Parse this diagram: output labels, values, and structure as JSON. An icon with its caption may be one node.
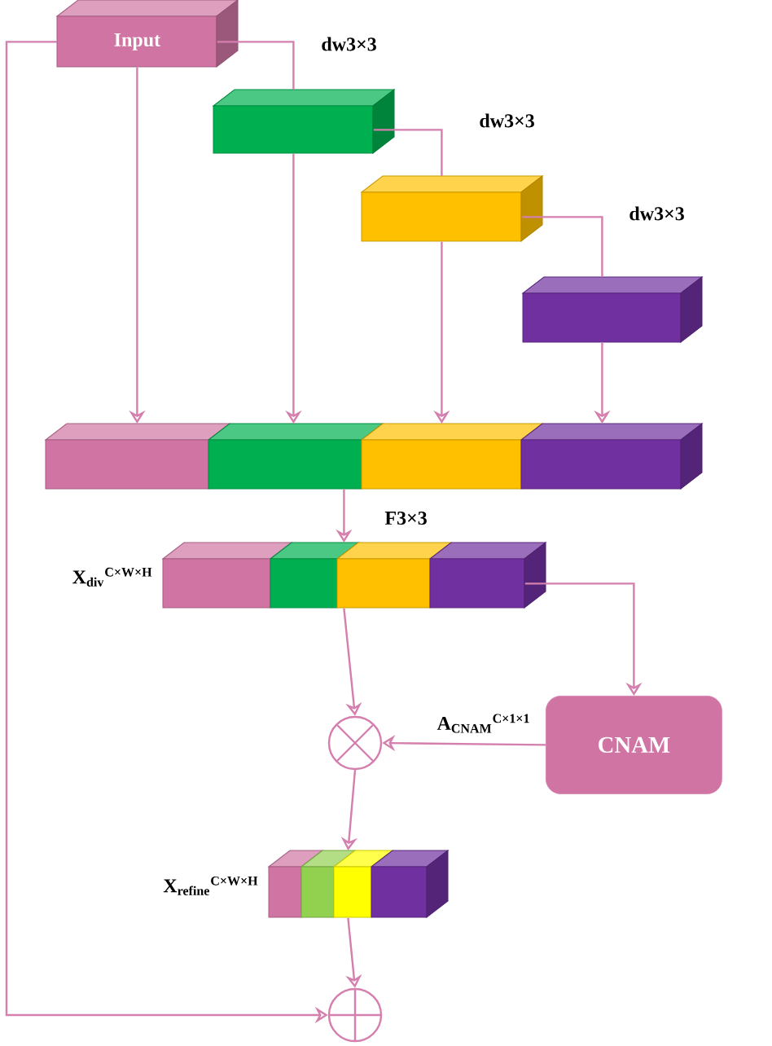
{
  "diagram": {
    "nodes": [
      {
        "text": [
          "Input"
        ]
      },
      {
        "text": [],
        "shape": "box"
      },
      {
        "text": [],
        "shape": "box"
      },
      {
        "text": [],
        "shape": "box"
      },
      {
        "text": [],
        "shape": "box"
      },
      {
        "text": [],
        "shape": "box",
        "beside": [
          "X$_{div}$$^{C×W×H}$"
        ]
      },
      {
        "text": [],
        "shape": "circle"
      },
      {
        "text": [
          "CNAM"
        ]
      },
      {
        "text": [],
        "shape": "box",
        "beside": [
          "X$_{refine}$$^{C×W×H}$"
        ]
      },
      {
        "text": [],
        "shape": "circle"
      }
    ],
    "edges": [
      {
        "from": 0,
        "to": 1,
        "arrow": "none",
        "label": "dw3×3"
      },
      {
        "from": 1,
        "to": 2,
        "arrow": "none",
        "label": "dw3×3"
      },
      {
        "from": 2,
        "to": 3,
        "arrow": "none",
        "label": "dw3×3"
      },
      {
        "from": 0,
        "to": 4,
        "arrow": "to"
      },
      {
        "from": 1,
        "to": 4,
        "arrow": "to"
      },
      {
        "from": 2,
        "to": 4,
        "arrow": "to"
      },
      {
        "from": 3,
        "to": 4,
        "arrow": "to"
      },
      {
        "from": 4,
        "to": 5,
        "arrow": "to",
        "label": "F3×3"
      },
      {
        "from": 5,
        "to": 7,
        "arrow": "to"
      },
      {
        "from": 7,
        "to": 6,
        "arrow": "to",
        "label": "A$_{CNAM}$$^{C×1×1}$"
      },
      {
        "from": 5,
        "to": 6,
        "arrow": "to"
      },
      {
        "from": 6,
        "to": 8,
        "arrow": "to"
      },
      {
        "from": 8,
        "to": 9,
        "arrow": "to"
      },
      {
        "from": 0,
        "to": 9,
        "arrow": "to"
      }
    ]
  }
}
